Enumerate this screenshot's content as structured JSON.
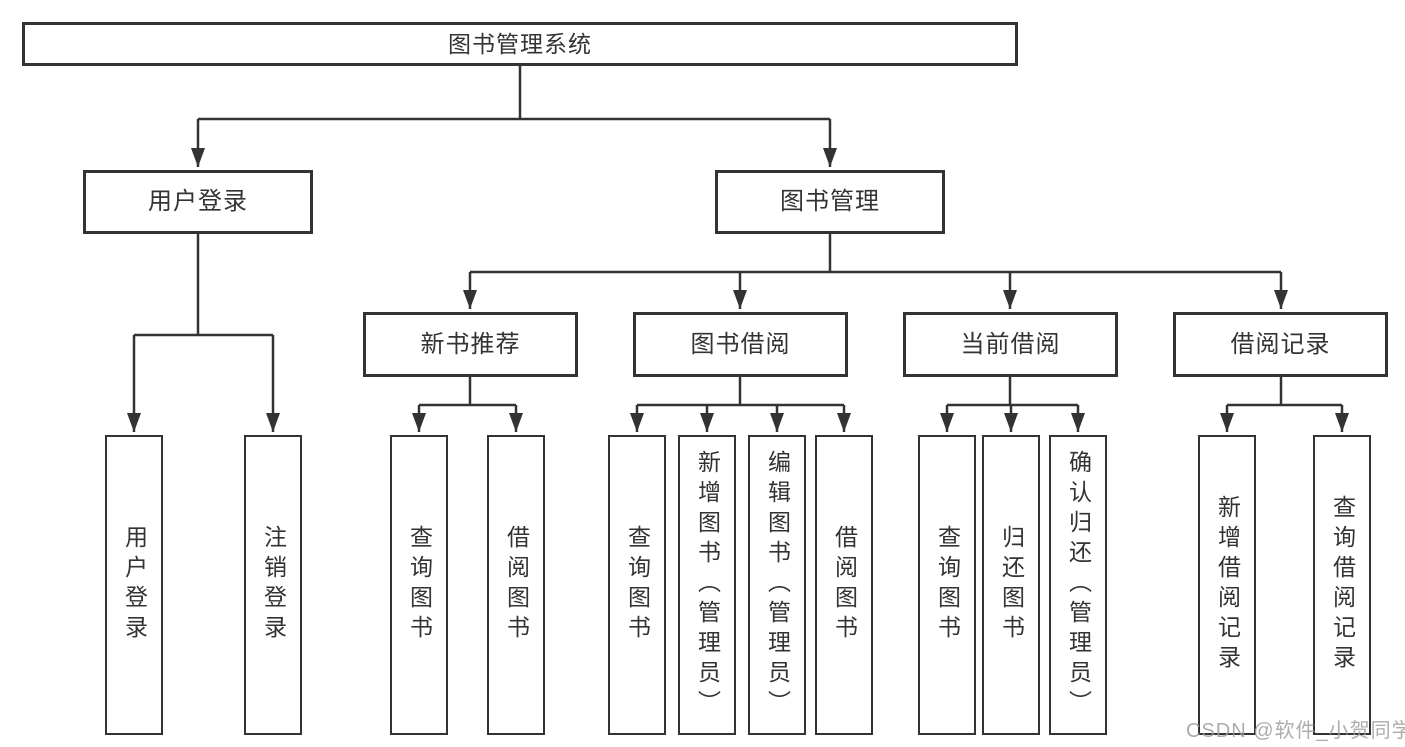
{
  "diagram": {
    "type": "hierarchy-tree",
    "title": "图书管理系统",
    "watermark": "CSDN @软件_小贺同学",
    "colors": {
      "box_border": "#333333",
      "connector_line": "#333333",
      "label_text": "#333333",
      "watermark_text": "#9e9e9e",
      "background": "#ffffff"
    },
    "root": {
      "label": "图书管理系统"
    },
    "level2": [
      {
        "label": "用户登录"
      },
      {
        "label": "图书管理"
      }
    ],
    "level3": [
      {
        "label": "新书推荐",
        "parent": "图书管理"
      },
      {
        "label": "图书借阅",
        "parent": "图书管理"
      },
      {
        "label": "当前借阅",
        "parent": "图书管理"
      },
      {
        "label": "借阅记录",
        "parent": "图书管理"
      }
    ],
    "leaves": {
      "user_login": [
        {
          "label": "用户登录"
        },
        {
          "label": "注销登录"
        }
      ],
      "new_book": [
        {
          "label": "查询图书"
        },
        {
          "label": "借阅图书"
        }
      ],
      "book_borrow": [
        {
          "label": "查询图书"
        },
        {
          "label": "新增图书（管理员）"
        },
        {
          "label": "编辑图书（管理员）"
        },
        {
          "label": "借阅图书"
        }
      ],
      "current_borrow": [
        {
          "label": "查询图书"
        },
        {
          "label": "归还图书"
        },
        {
          "label": "确认归还（管理员）"
        }
      ],
      "borrow_records": [
        {
          "label": "新增借阅记录"
        },
        {
          "label": "查询借阅记录"
        }
      ]
    }
  }
}
